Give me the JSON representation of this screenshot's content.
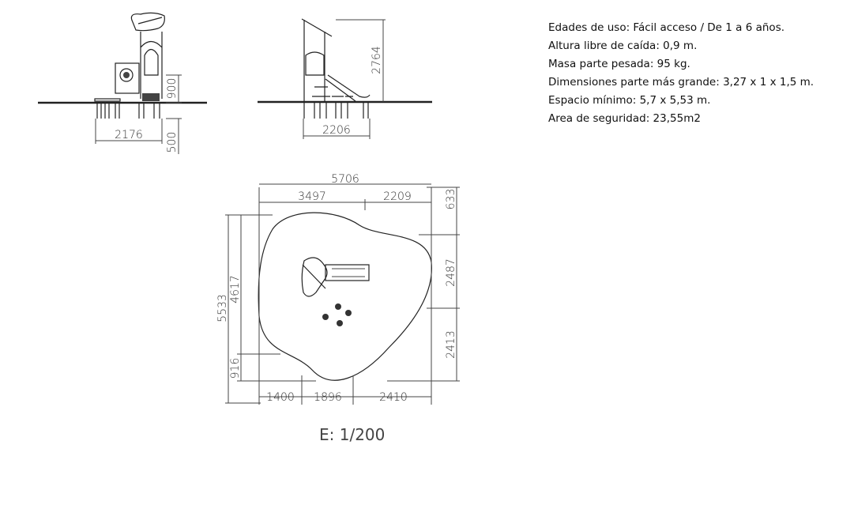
{
  "specs": [
    "Edades de uso: Fácil acceso / De 1 a 6 años.",
    "Altura libre de caída: 0,9 m.",
    "Masa parte pesada: 95 kg.",
    "Dimensiones parte más grande: 3,27 x 1 x 1,5 m.",
    "Espacio mínimo: 5,7 x 5,53 m.",
    "Area de seguridad: 23,55m2"
  ],
  "front_view": {
    "width": "2176",
    "height_above": "900",
    "depth_below": "500"
  },
  "side_view": {
    "width": "2206",
    "height": "2764"
  },
  "plan_view": {
    "total_width": "5706",
    "top_left": "3497",
    "top_right": "2209",
    "right_top": "633",
    "right_middle": "2487",
    "right_bottom": "2413",
    "left_total": "5533",
    "left_upper": "4617",
    "left_lower": "916",
    "bottom_left": "1400",
    "bottom_middle": "1896",
    "bottom_right": "2410"
  },
  "scale": "E: 1/200"
}
